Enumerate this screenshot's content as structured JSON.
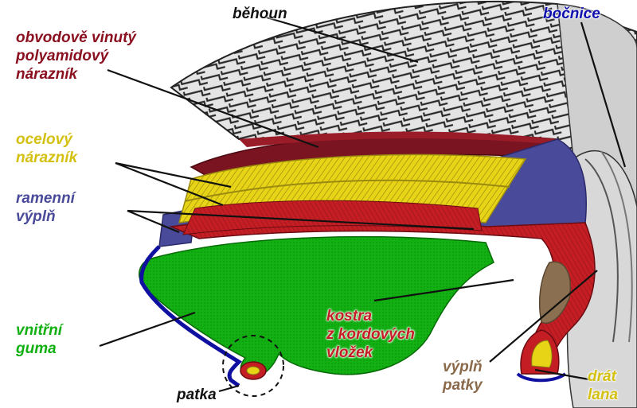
{
  "labels": {
    "behoun": "běhoun",
    "bocnice": "bočnice",
    "obvodovy_line1": "obvodově vinutý",
    "obvodovy_line2": "polyamidový",
    "obvodovy_line3": "nárazník",
    "ocelovy_line1": "ocelový",
    "ocelovy_line2": "nárazník",
    "ramenni_line1": "ramenní",
    "ramenni_line2": "výplň",
    "vnitrni_line1": "vnitřní",
    "vnitrni_line2": "guma",
    "kostra_line1": "kostra",
    "kostra_line2": "z kordových",
    "kostra_line3": "vložek",
    "vypln_patky_line1": "výplň",
    "vypln_patky_line2": "patky",
    "drat_line1": "drát",
    "drat_line2": "lana",
    "patka": "patka"
  },
  "colors": {
    "polyamide": "#7a1420",
    "steel": "#e8d416",
    "shoulder": "#4a4a9a",
    "inner": "#0ea40e",
    "carcass": "#c41e24",
    "bead_fill": "#8a6f50",
    "wire": "#e8d416",
    "sidewall": "#1010a0"
  }
}
